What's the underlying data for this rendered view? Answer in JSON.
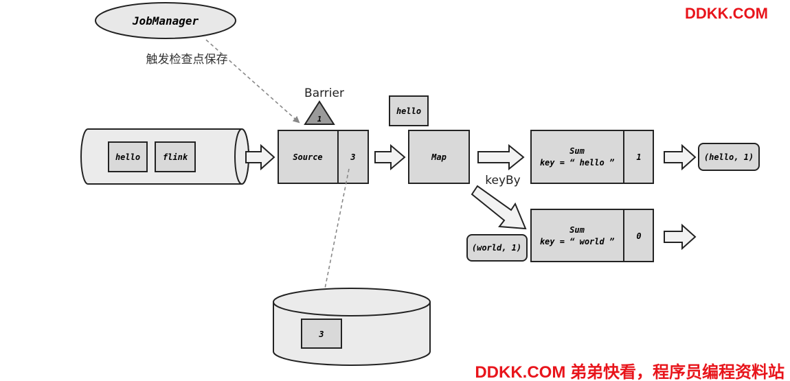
{
  "watermark_top": "DDKK.COM",
  "watermark_bottom": "DDKK.COM 弟弟快看，程序员编程资料站",
  "jobmanager": {
    "label": "JobManager"
  },
  "trigger_text": "触发检查点保存",
  "barrier": {
    "label": "Barrier",
    "number": "1"
  },
  "stream": {
    "items": [
      "hello",
      "flink"
    ]
  },
  "source": {
    "label": "Source",
    "state": "3"
  },
  "in_flight": "hello",
  "map": {
    "label": "Map"
  },
  "sum_hello": {
    "title": "Sum",
    "key": "key = “ hello ”",
    "state": "1"
  },
  "sum_world": {
    "title": "Sum",
    "key": "key = “ world ”",
    "state": "0"
  },
  "keyby": "keyBy",
  "output_hello": "(hello, 1)",
  "input_world": "(world, 1)",
  "storage": {
    "value": "3"
  },
  "colors": {
    "box_fill": "#d9d9d9",
    "stroke": "#222222",
    "dashed": "#888888",
    "watermark": "#e8141b",
    "barrier_fill": "#9a9a9a"
  }
}
